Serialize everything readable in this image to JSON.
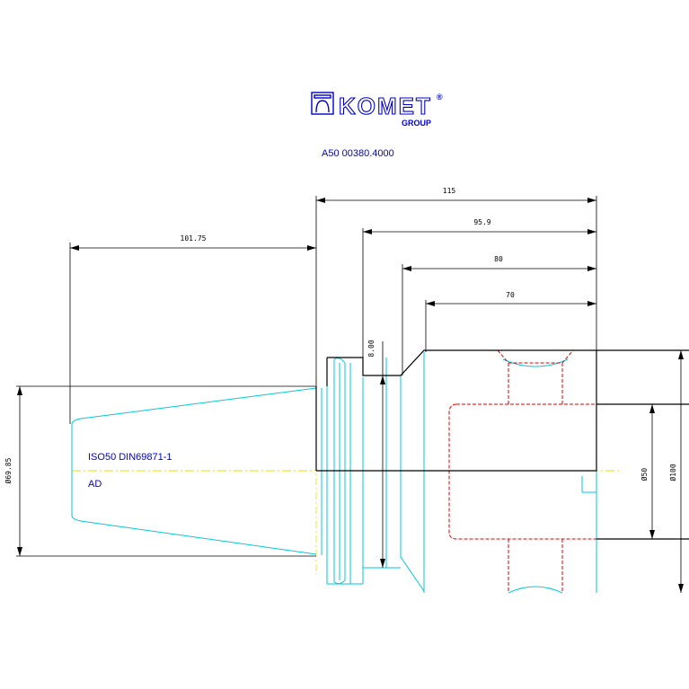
{
  "logo": {
    "brand": "KOMET",
    "group": "GROUP",
    "registered": "®"
  },
  "part_number": "A50 00380.4000",
  "labels": {
    "standard": "ISO50  DIN69871-1",
    "variant": "AD"
  },
  "dimensions": {
    "d115": "115",
    "d101_75": "101.75",
    "d95_9": "95.9",
    "d80": "80",
    "d70": "70",
    "d8": "8.00",
    "dia_69_85": "Ø69.85",
    "dia_50": "Ø50",
    "dia_100": "Ø100"
  },
  "colors": {
    "outline": "#000000",
    "cyan": "#00c8e0",
    "red": "#e00000",
    "centerline": "#e8e000",
    "blue": "#0000cc"
  }
}
